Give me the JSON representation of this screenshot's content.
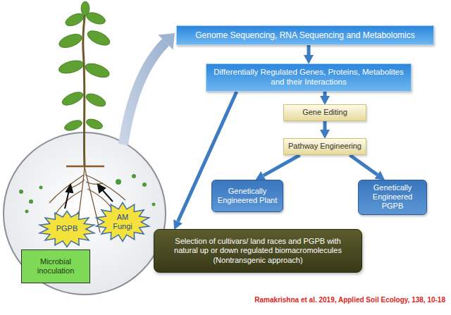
{
  "diagram": {
    "caption": "Ramakrishna et al. 2019, Applied Soil Ecology, 138, 10-18",
    "nodes": [
      {
        "text": [
          "Genome Sequencing, RNA Sequencing and Metabolomics"
        ]
      },
      {
        "text": [
          "Differentially Regulated Genes, Proteins, Metabolites and their Interactions"
        ]
      },
      {
        "text": [
          "Gene Editing"
        ]
      },
      {
        "text": [
          "Pathway Engineering"
        ]
      },
      {
        "text": [
          "Genetically Engineered Plant"
        ]
      },
      {
        "text": [
          "Genetically Engineered PGPB"
        ]
      },
      {
        "text": [
          "Selection of cultivars/ land races and PGPB with natural up or down regulated biomacromolecules (Nontransgenic approach)"
        ]
      },
      {
        "text": [
          "PGPB"
        ]
      },
      {
        "text": [
          "AM Fungi"
        ]
      },
      {
        "text": [
          "Microbial inoculation"
        ]
      }
    ],
    "edges": [
      {
        "from": 0,
        "to": 1,
        "arrow": "to"
      },
      {
        "from": 1,
        "to": 2,
        "arrow": "to"
      },
      {
        "from": 2,
        "to": 3,
        "arrow": "to"
      },
      {
        "from": 3,
        "to": 4,
        "arrow": "to"
      },
      {
        "from": 3,
        "to": 5,
        "arrow": "to"
      },
      {
        "from": 1,
        "to": 6,
        "arrow": "to"
      }
    ]
  }
}
